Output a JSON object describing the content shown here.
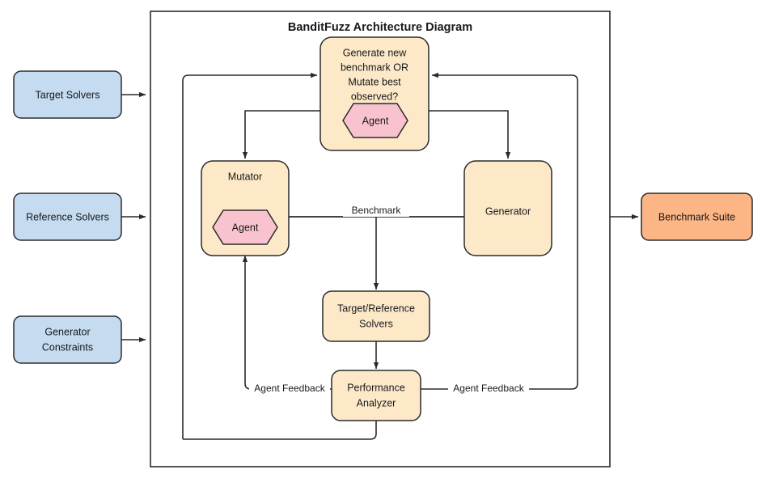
{
  "diagram": {
    "title": "BanditFuzz Architecture Diagram",
    "colors": {
      "input_fill": "#c5dbef",
      "process_fill": "#fde9c8",
      "agent_fill": "#f8c3ce",
      "output_fill": "#fcb584",
      "stroke": "#2b2b2b",
      "text": "#16191d",
      "background": "#ffffff"
    },
    "inputs": [
      {
        "id": "target-solvers",
        "label": "Target Solvers"
      },
      {
        "id": "reference-solvers",
        "label": "Reference Solvers"
      },
      {
        "id": "generator-constraints",
        "label": "Generator Constraints",
        "line1": "Generator",
        "line2": "Constraints"
      }
    ],
    "decision": {
      "id": "decision-node",
      "line1": "Generate new",
      "line2": "benchmark OR",
      "line3": "Mutate best",
      "line4": "observed?",
      "agent_label": "Agent"
    },
    "mutator": {
      "id": "mutator-node",
      "label": "Mutator",
      "agent_label": "Agent"
    },
    "generator": {
      "id": "generator-node",
      "label": "Generator"
    },
    "solvers": {
      "id": "target-reference-solvers-node",
      "line1": "Target/Reference",
      "line2": "Solvers"
    },
    "analyzer": {
      "id": "performance-analyzer-node",
      "line1": "Performance",
      "line2": "Analyzer"
    },
    "output": {
      "id": "benchmark-suite-node",
      "label": "Benchmark Suite"
    },
    "edge_labels": {
      "benchmark": "Benchmark",
      "agent_feedback_left": "Agent Feedback",
      "agent_feedback_right": "Agent Feedback"
    }
  }
}
